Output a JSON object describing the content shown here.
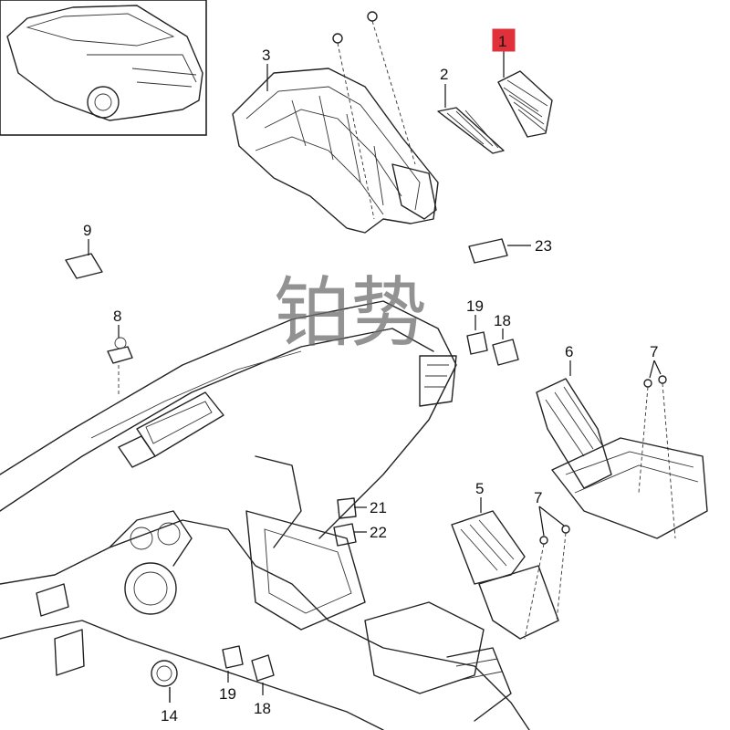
{
  "highlight_color": "#e0303a",
  "watermark": {
    "text": "铂势"
  },
  "callouts": [
    {
      "id": "c1",
      "label": "1",
      "highlighted": true
    },
    {
      "id": "c2",
      "label": "2"
    },
    {
      "id": "c3",
      "label": "3"
    },
    {
      "id": "c5",
      "label": "5"
    },
    {
      "id": "c6",
      "label": "6"
    },
    {
      "id": "c7a",
      "label": "7"
    },
    {
      "id": "c7b",
      "label": "7"
    },
    {
      "id": "c8",
      "label": "8"
    },
    {
      "id": "c9",
      "label": "9"
    },
    {
      "id": "c14",
      "label": "14"
    },
    {
      "id": "c18a",
      "label": "18"
    },
    {
      "id": "c18b",
      "label": "18"
    },
    {
      "id": "c19a",
      "label": "19"
    },
    {
      "id": "c19b",
      "label": "19"
    },
    {
      "id": "c21",
      "label": "21"
    },
    {
      "id": "c22",
      "label": "22"
    },
    {
      "id": "c23",
      "label": "23"
    }
  ]
}
